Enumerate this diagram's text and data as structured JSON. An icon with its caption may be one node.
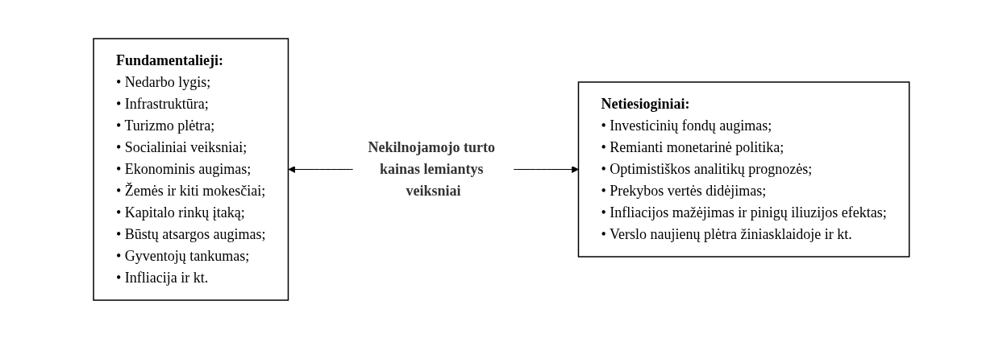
{
  "diagram": {
    "nodes": [
      {
        "text": [
          "Fundamentalieji:",
          "• Nedarbo lygis;",
          "• Infrastruktūra;",
          "• Turizmo plėtra;",
          "• Socialiniai veiksniai;",
          "• Ekonominis augimas;",
          "• Žemės ir kiti mokesčiai;",
          "• Kapitalo rinkų įtaką;",
          "• Būstų atsargos augimas;",
          "• Gyventojų tankumas;",
          "• Infliacija ir kt."
        ]
      },
      {
        "text": [
          "Netiesioginiai:",
          "• Investicinių fondų augimas;",
          "• Remianti monetarinė politika;",
          "• Optimistiškos analitikų prognozės;",
          "• Prekybos vertės didėjimas;",
          "• Infliacijos mažėjimas ir pinigų iliuzijos efektas;",
          "• Verslo naujienų plėtra žiniasklaidoje ir kt."
        ]
      }
    ],
    "edges": [
      {
        "from": 0,
        "to": 1,
        "arrow": "both",
        "label": "Nekilnojamojo turto kainas lemiantys veiksniai"
      }
    ]
  }
}
